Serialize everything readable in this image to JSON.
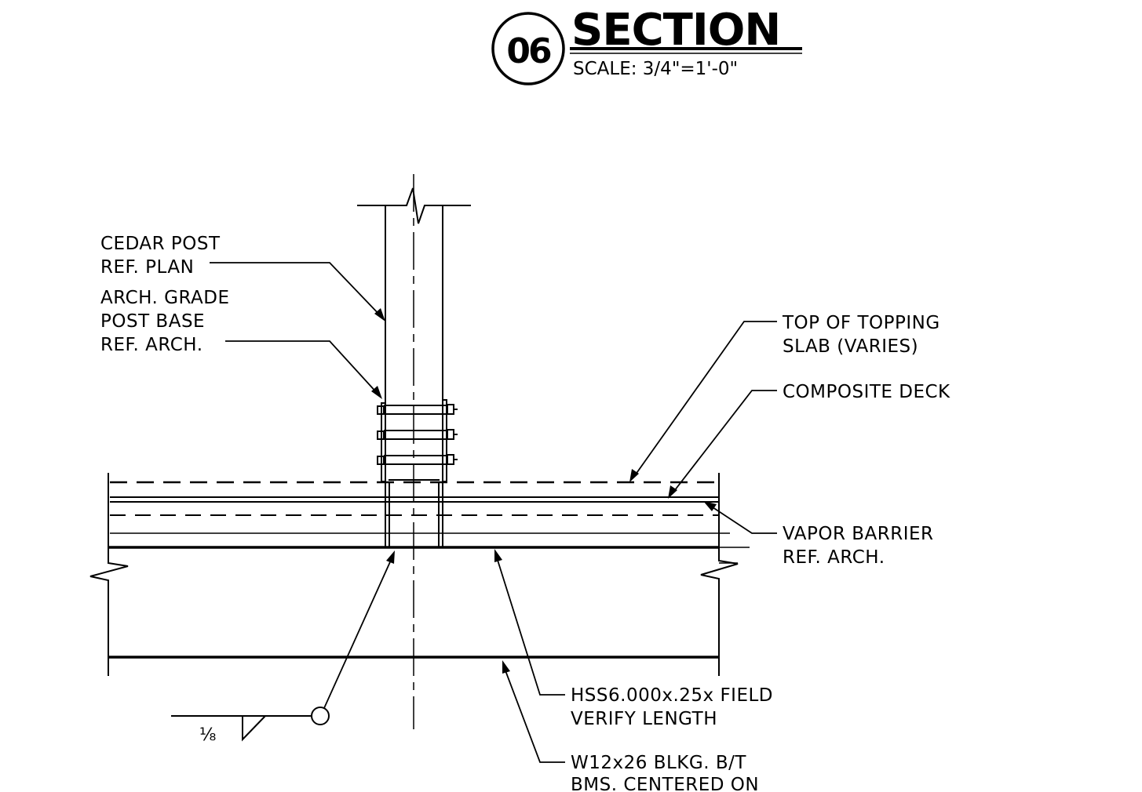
{
  "title_block": {
    "detail_number": "06",
    "title": "SECTION",
    "scale": "SCALE: 3/4\"=1'-0\""
  },
  "notes": {
    "cedar_post": [
      "CEDAR POST",
      "REF. PLAN"
    ],
    "post_base": [
      "ARCH. GRADE",
      "POST BASE",
      "REF. ARCH."
    ],
    "topping_slab": [
      "TOP OF TOPPING",
      "SLAB (VARIES)"
    ],
    "composite_deck": [
      "COMPOSITE DECK"
    ],
    "vapor_barrier": [
      "VAPOR BARRIER",
      "REF. ARCH."
    ],
    "hss": [
      "HSS6.000x.25x FIELD",
      "VERIFY LENGTH"
    ],
    "w12": [
      "W12x26 BLKG. B/T",
      "BMS. CENTERED ON"
    ]
  },
  "weld_symbol": {
    "size": "1/8",
    "size_display": "⅛"
  }
}
